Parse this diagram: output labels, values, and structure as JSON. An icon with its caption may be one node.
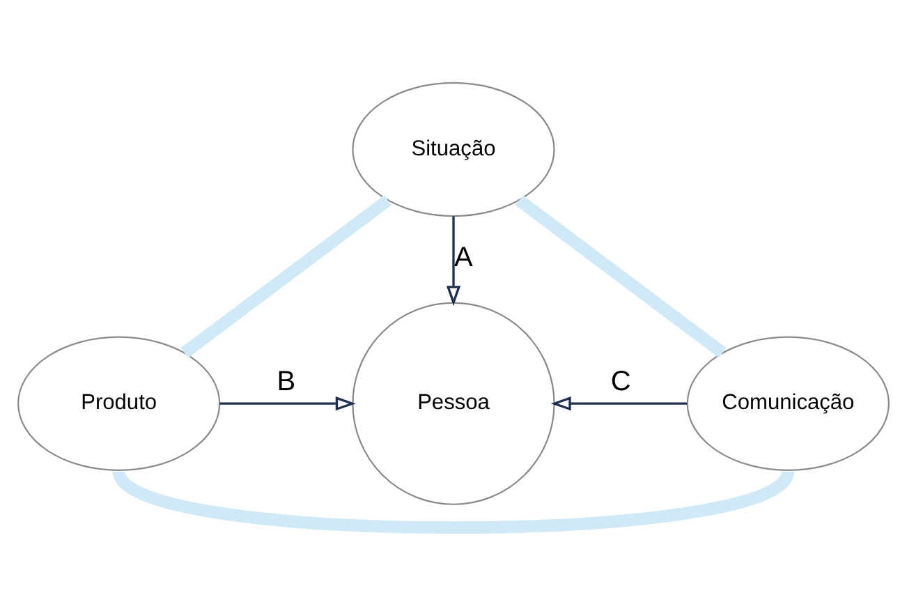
{
  "diagram": {
    "nodes": [
      {
        "text": [
          "Situação"
        ]
      },
      {
        "text": [
          "Produto"
        ]
      },
      {
        "text": [
          "Pessoa"
        ]
      },
      {
        "text": [
          "Comunicação"
        ]
      }
    ],
    "edges": [
      {
        "from": 0,
        "to": 2,
        "arrow": "to",
        "label": "A",
        "color": "#1f3050"
      },
      {
        "from": 1,
        "to": 2,
        "arrow": "to",
        "label": "B",
        "color": "#1f3050"
      },
      {
        "from": 3,
        "to": 2,
        "arrow": "to",
        "label": "C",
        "color": "#1f3050"
      },
      {
        "from": 0,
        "to": 1,
        "arrow": "none",
        "style": "thick",
        "color": "#cfeaf6"
      },
      {
        "from": 0,
        "to": 3,
        "arrow": "none",
        "style": "thick",
        "color": "#cfeaf6"
      },
      {
        "from": 1,
        "to": 3,
        "arrow": "none",
        "style": "thick",
        "color": "#cfeaf6"
      }
    ]
  }
}
